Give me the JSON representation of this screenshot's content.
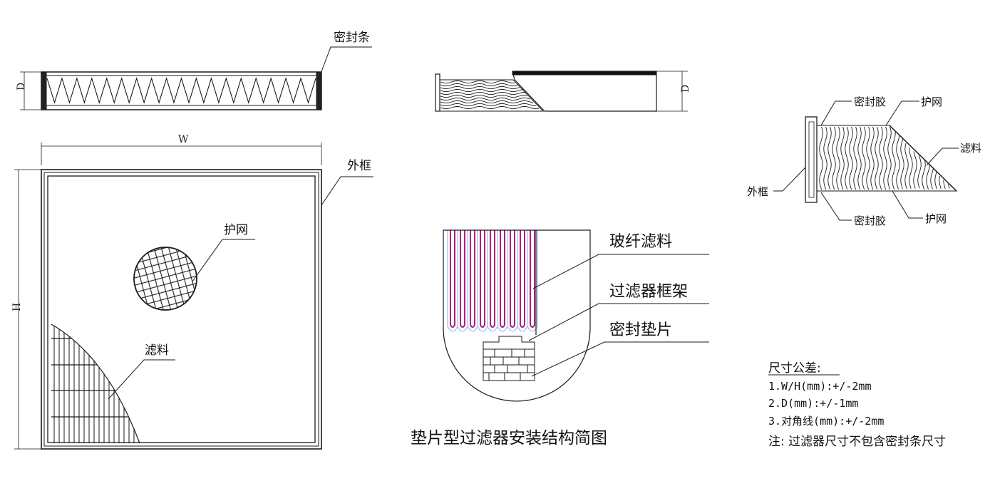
{
  "top_view": {
    "seal_strip_label": "密封条",
    "depth_dim": "D"
  },
  "front_view": {
    "width_dim": "W",
    "height_dim": "H",
    "frame_label": "外框",
    "mesh_label": "护网",
    "media_label": "滤料"
  },
  "side_view": {
    "depth_dim": "D"
  },
  "section_view": {
    "labels": [
      "玻纤滤料",
      "过滤器框架",
      "密封垫片"
    ],
    "caption": "垫片型过滤器安装结构简图"
  },
  "detail_view": {
    "sealant_top": "密封胶",
    "mesh_top": "护网",
    "media": "滤料",
    "frame": "外框",
    "sealant_bottom": "密封胶",
    "mesh_bottom": "护网"
  },
  "tolerances": {
    "title": "尺寸公差:",
    "items": [
      "1.W/H(mm):+/-2mm",
      "2.D(mm):+/-1mm",
      "3.对角线(mm):+/-2mm"
    ],
    "note": "注: 过滤器尺寸不包含密封条尺寸"
  },
  "colors": {
    "line": "#1a1a1a",
    "media_accent": "#b0207a",
    "media_light": "#7fb3ff"
  }
}
